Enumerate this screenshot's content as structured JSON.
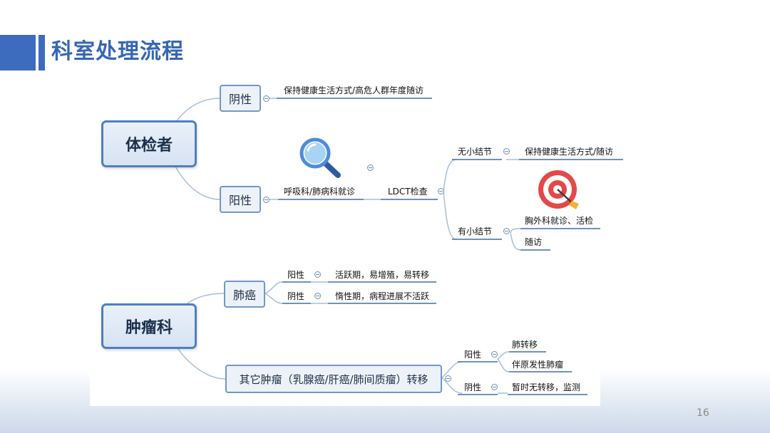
{
  "slide": {
    "title": "科室处理流程",
    "page_number": "16"
  },
  "colors": {
    "accent": "#3d6bbd",
    "title": "#3567b7",
    "node_border": "#4f7fc1",
    "link": "#a9bfd7"
  },
  "icons": [
    "magnifier-icon",
    "target-icon"
  ],
  "mindmap_top": {
    "root": "体检者",
    "negative": {
      "label": "阴性",
      "action": "保持健康生活方式/高危人群年度随访"
    },
    "positive": {
      "label": "阳性",
      "referral": "呼吸科/肺病科就诊",
      "exam": "LDCT检查",
      "no_nodule": {
        "label": "无小结节",
        "action": "保持健康生活方式/随访"
      },
      "nodule": {
        "label": "有小结节",
        "actions": [
          "胸外科就诊、活检",
          "随访"
        ]
      }
    }
  },
  "mindmap_bottom": {
    "root": "肿瘤科",
    "lung_cancer": {
      "label": "肺癌",
      "positive": {
        "label": "阳性",
        "note": "活跃期，易增殖，易转移"
      },
      "negative": {
        "label": "阴性",
        "note": "惰性期，病程进展不活跃"
      }
    },
    "other_tumors": {
      "label": "其它肿瘤（乳腺癌/肝癌/肺间质瘤）转移",
      "positive": {
        "label": "阳性",
        "notes": [
          "肺转移",
          "伴原发性肺瘤"
        ]
      },
      "negative": {
        "label": "阴性",
        "note": "暂时无转移，监测"
      }
    }
  }
}
